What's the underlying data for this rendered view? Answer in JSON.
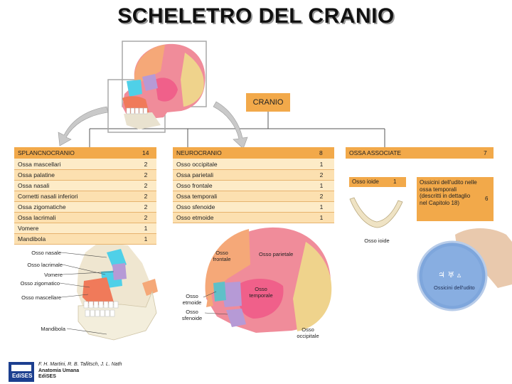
{
  "title": "SCHELETRO DEL CRANIO",
  "root": {
    "label": "CRANIO"
  },
  "splancnocranio": {
    "header": "SPLANCNOCRANIO",
    "count": "14",
    "rows": [
      {
        "name": "Ossa mascellari",
        "count": "2"
      },
      {
        "name": "Ossa palatine",
        "count": "2"
      },
      {
        "name": "Ossa nasali",
        "count": "2"
      },
      {
        "name": "Cornetti nasali inferiori",
        "count": "2"
      },
      {
        "name": "Ossa zigomatiche",
        "count": "2"
      },
      {
        "name": "Ossa lacrimali",
        "count": "2"
      },
      {
        "name": "Vomere",
        "count": "1"
      },
      {
        "name": "Mandibola",
        "count": "1"
      }
    ],
    "figure_labels": [
      "Osso nasale",
      "Osso lacrimale",
      "Vomere",
      "Osso zigomatico",
      "Osso mascellare",
      "Mandibola"
    ]
  },
  "neurocranio": {
    "header": "NEUROCRANIO",
    "count": "8",
    "rows": [
      {
        "name": "Osso occipitale",
        "count": "1"
      },
      {
        "name": "Ossa parietali",
        "count": "2"
      },
      {
        "name": "Osso frontale",
        "count": "1"
      },
      {
        "name": "Ossa temporali",
        "count": "2"
      },
      {
        "name": "Osso sfenoide",
        "count": "1"
      },
      {
        "name": "Osso etmoide",
        "count": "1"
      }
    ],
    "figure_labels": {
      "frontale": "Osso frontale",
      "parietale": "Osso parietale",
      "temporale": "Osso temporale",
      "etmoide": "Osso etmoide",
      "sfenoide": "Osso sfenoide",
      "occipitale": "Osso occipitale"
    }
  },
  "ossa_associate": {
    "header": "OSSA ASSOCIATE",
    "count": "7",
    "ioide": {
      "name": "Osso ioide",
      "count": "1",
      "caption": "Osso ioide"
    },
    "udito": {
      "name": "Ossicini dell'udito nelle ossa temporali (descritti in dettaglio nel Capitolo 18)",
      "count": "6"
    },
    "disc_caption": "Ossicini dell'udito"
  },
  "credits": {
    "authors": "F. H. Martini, R. B. Tallitsch, J. L. Nath",
    "book": "Anatomia Umana",
    "publisher": "EdiSES"
  },
  "logo": {
    "text": "EdiSES"
  },
  "colors": {
    "header_orange": "#f2a94a",
    "panel_light": "#fdebc7",
    "row_alt": "#fce0b0",
    "frontal": "#f5a878",
    "parietal": "#f08c9a",
    "temporal": "#f0608a",
    "occipital": "#efd38c",
    "sphenoid": "#b69ad6",
    "ethmoid": "#5fc0c8",
    "maxilla": "#f07a5a",
    "nasal_cyan": "#4fd0e8",
    "disc_blue": "#7ea6dc"
  }
}
